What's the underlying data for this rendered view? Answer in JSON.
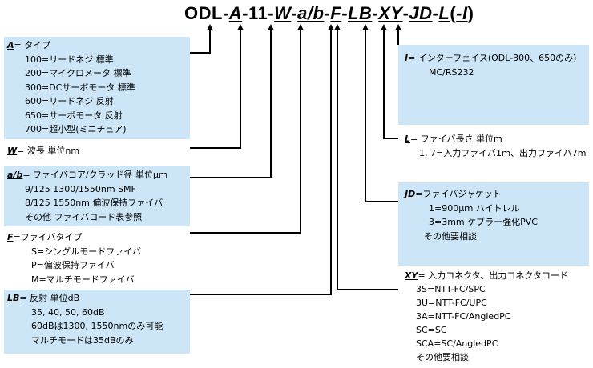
{
  "header": {
    "p_odl": "ODL-",
    "p_A": "A",
    "p_11": "-11-",
    "p_W": "W",
    "p_d1": "-",
    "p_ab": "a/b",
    "p_d2": "-",
    "p_F": "F",
    "p_d3": "-",
    "p_LB": "LB",
    "p_d4": "-",
    "p_XY": "XY",
    "p_d5": "-",
    "p_JD": "JD",
    "p_d6": "-",
    "p_L": "L",
    "p_paren_open": "(",
    "p_I": "-I",
    "p_paren_close": ")"
  },
  "box_A": {
    "key": "A",
    "rest": "= タイプ",
    "items": [
      "100=リードネジ 標準",
      "200=マイクロメータ 標準",
      "300=DCサーボモータ 標準",
      "600=リードネジ 反射",
      "650=サーボモータ 反射",
      "700=超小型(ミニチュア)"
    ]
  },
  "box_W": {
    "key": "W",
    "rest": "= 波長 単位nm"
  },
  "box_ab": {
    "key": "a/b",
    "rest": "= ファイバコア/クラッド径 単位μｍ",
    "items": [
      "9/125 1300/1550nm SMF",
      "8/125 1550nm 偏波保持ファイバ",
      "その他 ファイバコード表参照"
    ]
  },
  "box_F": {
    "key": "F",
    "rest": "=ファイバタイプ",
    "items": [
      "S=シングルモードファイバ",
      "P=偏波保持ファイバ",
      "M=マルチモードファイバ"
    ]
  },
  "box_LB": {
    "key": "LB",
    "rest": "= 反射 単位dB",
    "items": [
      "35, 40, 50, 60dB",
      "60dBは1300, 1550nmのみ可能",
      "マルチモードは35dBのみ"
    ]
  },
  "box_I": {
    "key": "I",
    "rest": "= インターフェイス(ODL-300、650のみ)",
    "items": [
      "MC/RS232"
    ]
  },
  "box_L": {
    "key": "L",
    "rest": "= ファイバ長さ 単位m",
    "items": [
      "1, 7=入力ファイバ1ｍ、出力ファイバ7m"
    ]
  },
  "box_JD": {
    "key": "JD",
    "rest": "=ファイバジャケット",
    "items": [
      "1=900μｍ ハイトレル",
      "3=3mm ケブラー強化PVC",
      "その他要相談"
    ]
  },
  "box_XY": {
    "key": "XY",
    "rest": "= 入力コネクタ、出力コネクタコード",
    "items": [
      "3S=NTT-FC/SPC",
      "3U=NTT-FC/UPC",
      "3A=NTT-FC/AngledPC",
      "SC=SC",
      "SCA=SC/AngledPC",
      "その他要相談"
    ]
  }
}
